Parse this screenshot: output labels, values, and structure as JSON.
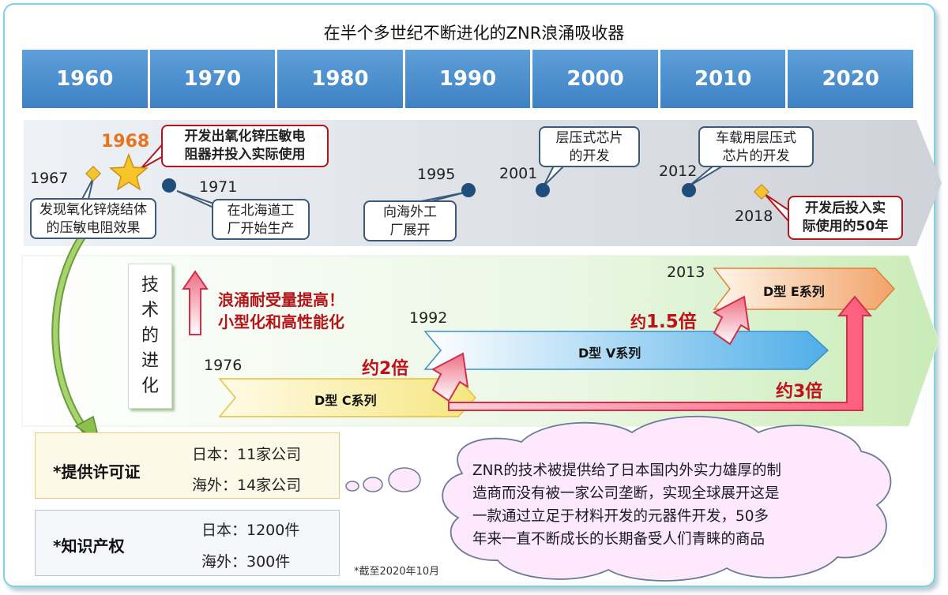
{
  "title": "在半个多世纪不断进化的ZNR浪涌吸收器",
  "decades": [
    "1960",
    "1970",
    "1980",
    "1990",
    "2000",
    "2010",
    "2020"
  ],
  "milestones": {
    "y1967": "1967",
    "y1968": "1968",
    "y1971": "1971",
    "y1995": "1995",
    "y2001": "2001",
    "y2012": "2012",
    "y2018": "2018"
  },
  "callouts": {
    "c1967": [
      "发现氧化锌烧结体",
      "的压敏电阻效果"
    ],
    "c1968": [
      "开发出氧化锌压敏电",
      "阻器并投入实际使用"
    ],
    "c1971": [
      "在北海道工",
      "厂开始生产"
    ],
    "c1995": [
      "向海外工",
      "厂展开"
    ],
    "c2001": [
      "层压式芯片",
      "的开发"
    ],
    "c2012": [
      "车载用层压式",
      "芯片的开发"
    ],
    "c2018": [
      "开发后投入实",
      "际使用的50年"
    ]
  },
  "evolution": {
    "label": [
      "技",
      "术",
      "的",
      "进",
      "化"
    ],
    "headline": [
      "浪涌耐受量提高！",
      "小型化和高性能化"
    ],
    "y1976": "1976",
    "y1992": "1992",
    "y2013": "2013",
    "seriesC": "D型 C系列",
    "seriesV": "D型 V系列",
    "seriesE": "D型 E系列",
    "x2": "约2倍",
    "x15a": "约",
    "x15b": "1.5倍",
    "x3": "约3倍"
  },
  "license": {
    "label": "*提供许可证",
    "japan": "日本：11家公司",
    "overseas": "海外：14家公司"
  },
  "ip": {
    "label": "*知识产权",
    "japan": "日本：1200件",
    "overseas": "海外：300件",
    "note": "*截至2020年10月"
  },
  "cloud": [
    "ZNR的技术被提供给了日本国内外实力雄厚的制",
    "造商而没有被一家公司垄断，实现全球展开这是",
    "一款通过立足于材料开发的元器件开发，50多",
    "年来一直不断成长的长期备受人们青睐的商品"
  ],
  "colors": {
    "decade_blue": "#4a8fd0",
    "accent_red": "#c0101a",
    "dot_navy": "#1f4e7c",
    "highlight_orange": "#e8731e"
  }
}
